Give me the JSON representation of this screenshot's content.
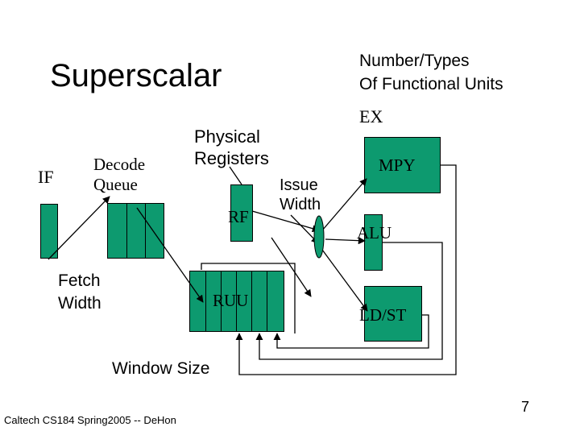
{
  "slide": {
    "title": "Superscalar",
    "func_units_note": [
      "Number/Types",
      "Of Functional Units"
    ],
    "ex_label": "EX",
    "if_label": "IF",
    "decode_queue_label": [
      "Decode",
      "Queue"
    ],
    "physical_registers_label": [
      "Physical",
      "Registers"
    ],
    "rf_label": "RF",
    "issue_width_label": [
      "Issue",
      "Width"
    ],
    "mpy_label": "MPY",
    "alu_label": "ALU",
    "rfu_label": "RUU",
    "ldst_label": "LD/ST",
    "fetch_width_label": [
      "Fetch",
      "Width"
    ],
    "window_size_label": "Window Size",
    "footer": "Caltech CS184 Spring2005 -- DeHon",
    "page_number": "7"
  },
  "colors": {
    "unit_fill": "#0d9a6f",
    "line": "#000000"
  }
}
